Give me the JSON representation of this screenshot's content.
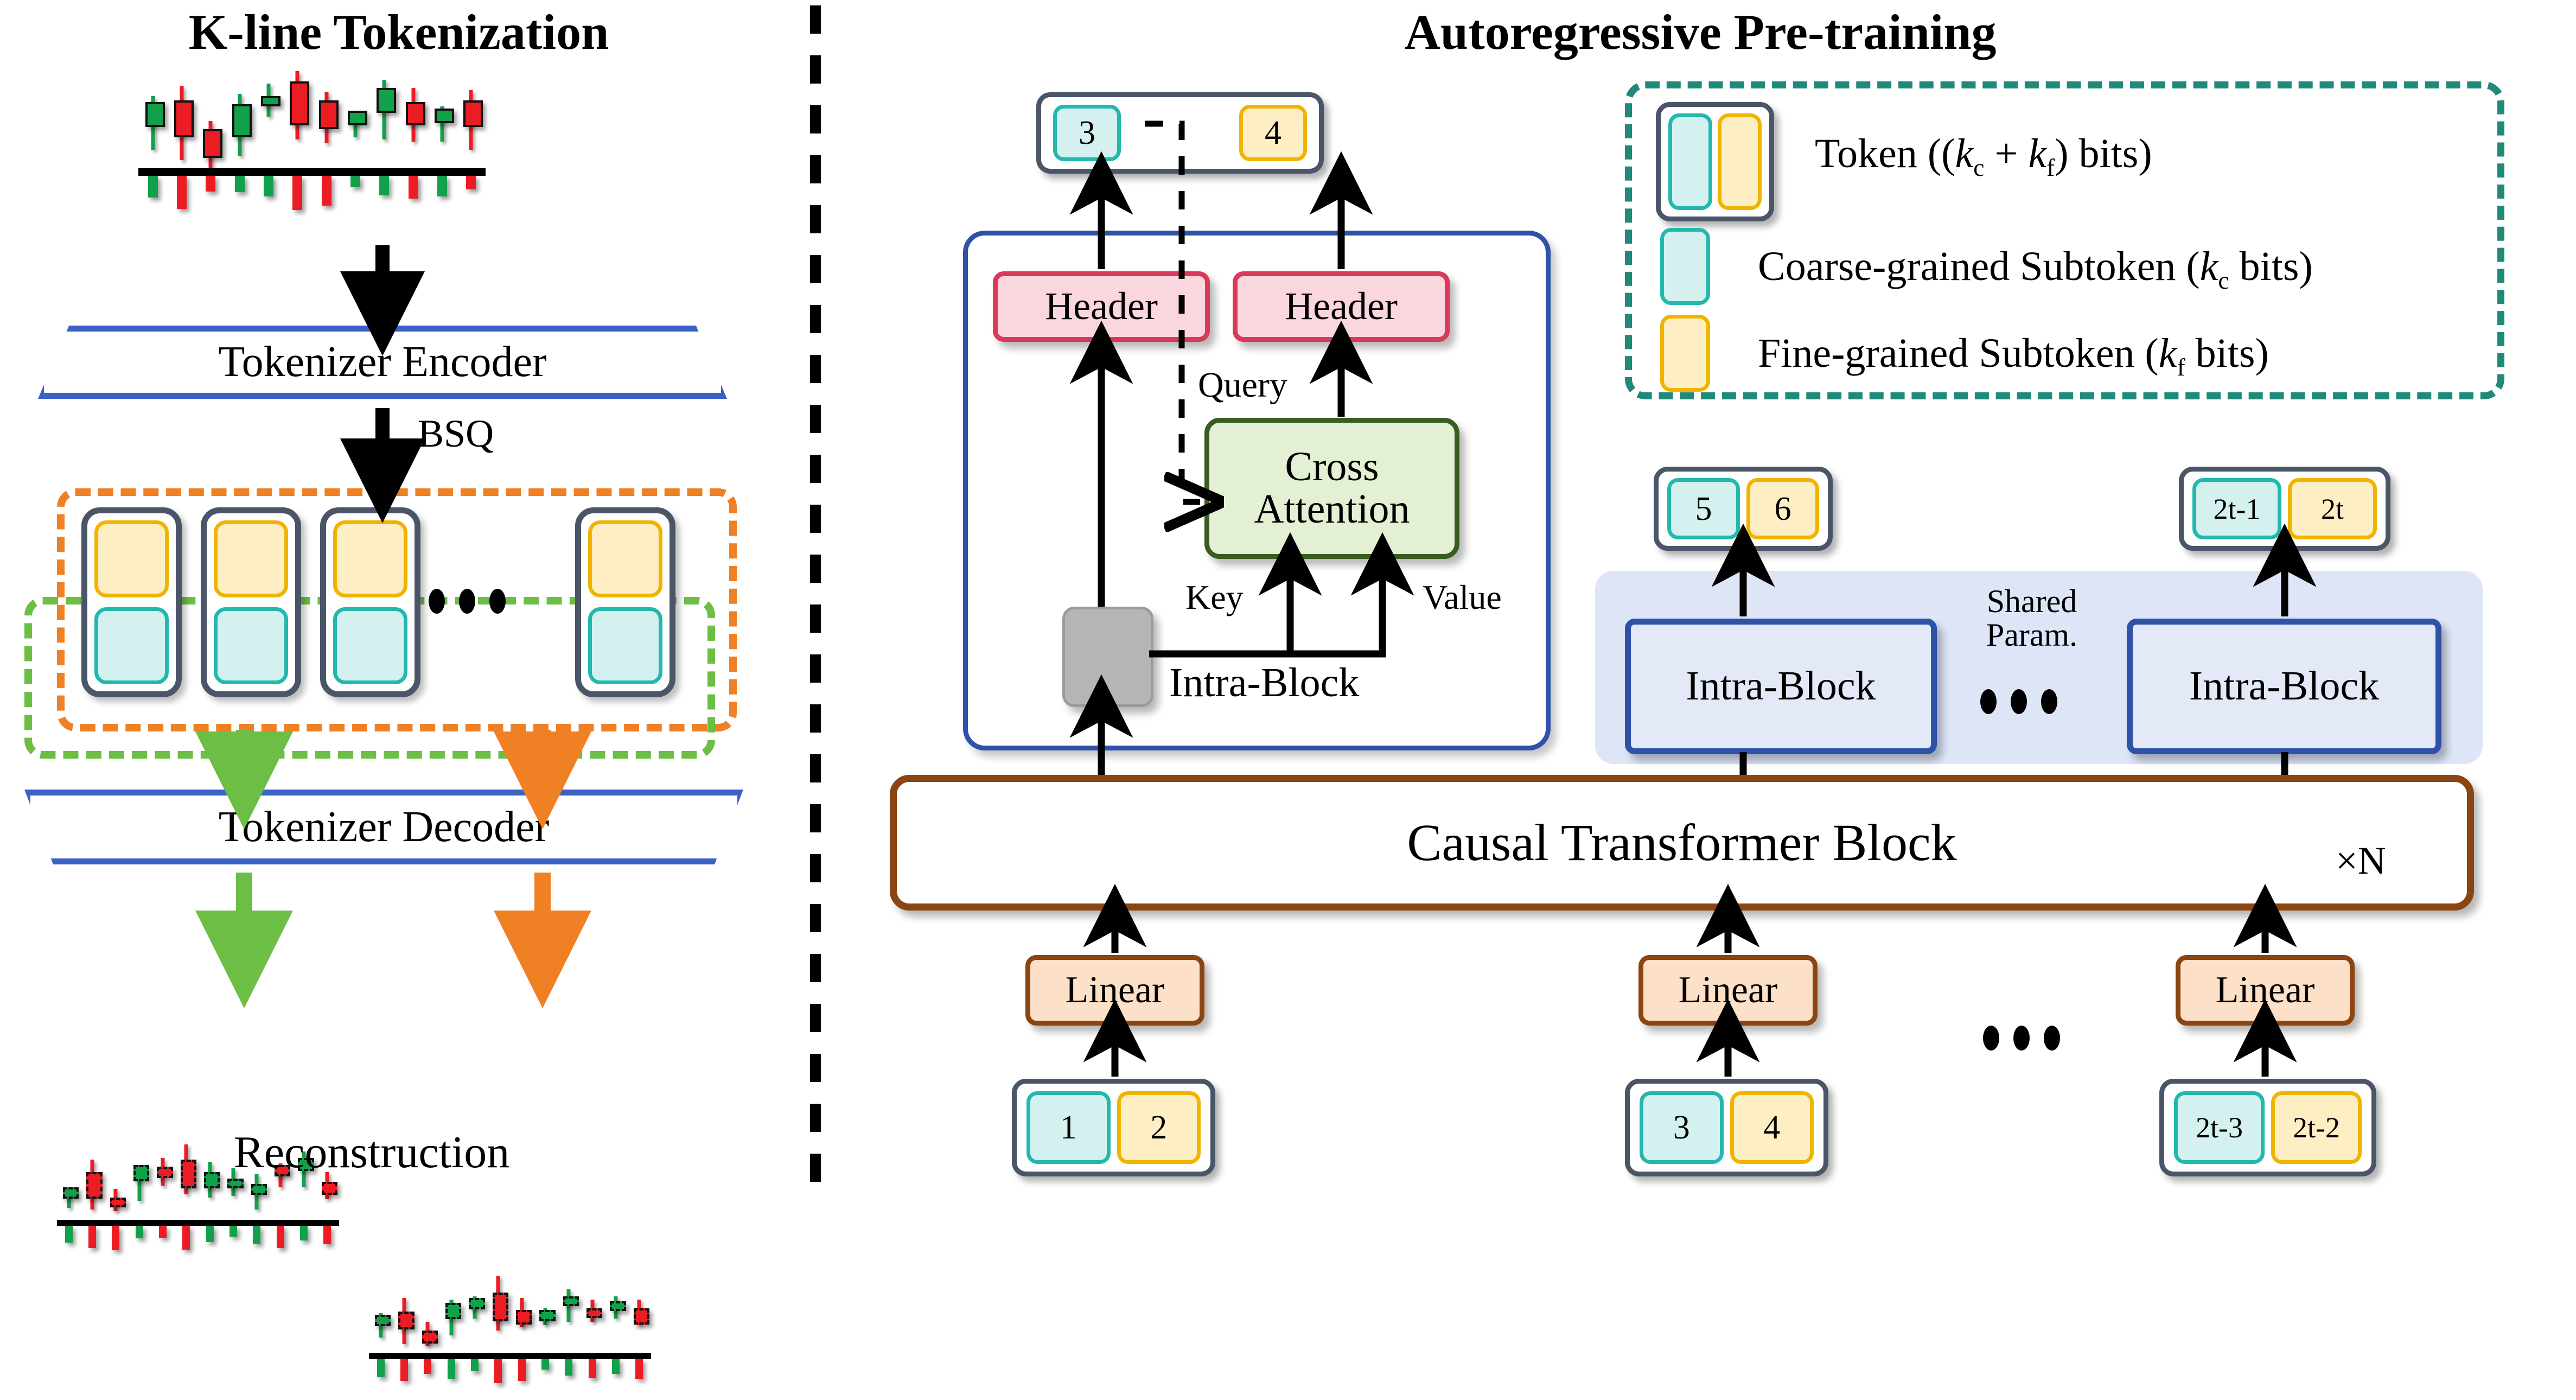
{
  "titles": {
    "left": "K-line Tokenization",
    "right": "Autoregressive Pre-training"
  },
  "left_panel": {
    "encoder_label": "Tokenizer Encoder",
    "decoder_label": "Tokenizer Decoder",
    "bsq_label": "BSQ",
    "reconstruction_label": "Reconstruction",
    "ellipsis": "• • •"
  },
  "right_panel": {
    "output_token": {
      "coarse": "3",
      "fine": "4"
    },
    "header_left_label": "Header",
    "header_right_label": "Header",
    "cross_attention_label": "Cross\nAttention",
    "cross_attention_line1": "Cross",
    "cross_attention_line2": "Attention",
    "query_label": "Query",
    "key_label": "Key",
    "value_label": "Value",
    "intra_block_label": "Intra-Block",
    "shared_param_line1": "Shared",
    "shared_param_line2": "Param.",
    "causal_transformer_label": "Causal Transformer Block",
    "repeat_label": "×N",
    "linear_label": "Linear",
    "ellipsis": "• • •",
    "predicted_tokens": [
      {
        "coarse": "5",
        "fine": "6"
      },
      {
        "coarse": "2t-1",
        "fine": "2t"
      }
    ],
    "intra_blocks": [
      "Intra-Block",
      "Intra-Block"
    ],
    "input_tokens": [
      {
        "coarse": "1",
        "fine": "2"
      },
      {
        "coarse": "3",
        "fine": "4"
      },
      {
        "coarse": "2t-3",
        "fine": "2t-2"
      }
    ],
    "linear_labels": [
      "Linear",
      "Linear",
      "Linear"
    ]
  },
  "legend": {
    "items": [
      {
        "icon": "token-pair",
        "label": "Token ((k",
        "sub1": "c",
        "mid": " + k",
        "sub2": "f",
        "tail": ") bits)"
      },
      {
        "icon": "coarse-subtoken",
        "label": "Coarse-grained Subtoken (k",
        "sub1": "c",
        "tail": " bits)"
      },
      {
        "icon": "fine-subtoken",
        "label": "Fine-grained Subtoken (k",
        "sub1": "f",
        "tail": " bits)"
      }
    ],
    "token_text": "Token ((kc + kf) bits)",
    "coarse_text": "Coarse-grained Subtoken (kc bits)",
    "fine_text": "Fine-grained Subtoken (kf bits)"
  },
  "colors": {
    "coarse_fill": "#d4f1ef",
    "coarse_border": "#23b8ad",
    "fine_fill": "#fdeec4",
    "fine_border": "#f0b400",
    "token_border": "#4a5568",
    "header_fill": "#fad6de",
    "header_border": "#d93a5c",
    "attention_fill": "#e4f0d4",
    "attention_border": "#3a5c20",
    "linear_fill": "#fce0c8",
    "linear_border": "#8b4513",
    "intra_fill": "#e3e9f7",
    "intra_border": "#2e52a8",
    "panel_border": "#2e52a8",
    "trapezoid_border": "#3a62c4",
    "orange_dashed": "#ef8024",
    "green_dashed": "#6cbe45",
    "teal_dashed": "#1f8a7a",
    "bull": "#12a14b",
    "bear": "#ec1c24",
    "gray_node": "#b5b5b5"
  },
  "chart_data": {
    "type": "candlestick",
    "title": "K-line Tokenization",
    "panels": [
      {
        "name": "input-kline",
        "bars": [
          {
            "o": 56,
            "h": 30,
            "l": 82,
            "c": 36,
            "dir": "up",
            "vol": 42
          },
          {
            "o": 34,
            "h": 20,
            "l": 92,
            "c": 66,
            "dir": "down",
            "vol": 64
          },
          {
            "o": 62,
            "h": 54,
            "l": 100,
            "c": 86,
            "dir": "down",
            "vol": 30
          },
          {
            "o": 66,
            "h": 28,
            "l": 88,
            "c": 38,
            "dir": "up",
            "vol": 32
          },
          {
            "o": 36,
            "h": 18,
            "l": 50,
            "c": 30,
            "dir": "up",
            "vol": 40
          },
          {
            "o": 54,
            "h": 6,
            "l": 72,
            "c": 16,
            "dir": "down",
            "vol": 66
          },
          {
            "o": 34,
            "h": 26,
            "l": 76,
            "c": 58,
            "dir": "down",
            "vol": 58
          },
          {
            "o": 54,
            "h": 44,
            "l": 70,
            "c": 44,
            "dir": "up",
            "vol": 22
          },
          {
            "o": 42,
            "h": 14,
            "l": 72,
            "c": 22,
            "dir": "up",
            "vol": 38
          },
          {
            "o": 36,
            "h": 22,
            "l": 74,
            "c": 54,
            "dir": "down",
            "vol": 44
          },
          {
            "o": 52,
            "h": 40,
            "l": 74,
            "c": 42,
            "dir": "up",
            "vol": 40
          },
          {
            "o": 34,
            "h": 24,
            "l": 82,
            "c": 56,
            "dir": "down",
            "vol": 26
          }
        ]
      },
      {
        "name": "reconstruction-left",
        "bars": [
          {
            "o": 70,
            "h": 62,
            "l": 86,
            "c": 62,
            "dir": "up",
            "vol": 40
          },
          {
            "o": 44,
            "h": 30,
            "l": 88,
            "c": 70,
            "dir": "down",
            "vol": 52
          },
          {
            "o": 74,
            "h": 64,
            "l": 90,
            "c": 80,
            "dir": "down",
            "vol": 58
          },
          {
            "o": 50,
            "h": 38,
            "l": 78,
            "c": 36,
            "dir": "up",
            "vol": 30
          },
          {
            "o": 46,
            "h": 28,
            "l": 60,
            "c": 38,
            "dir": "down",
            "vol": 28
          },
          {
            "o": 30,
            "h": 12,
            "l": 70,
            "c": 58,
            "dir": "down",
            "vol": 56
          },
          {
            "o": 58,
            "h": 32,
            "l": 74,
            "c": 44,
            "dir": "up",
            "vol": 38
          },
          {
            "o": 54,
            "h": 40,
            "l": 72,
            "c": 52,
            "dir": "up",
            "vol": 26
          },
          {
            "o": 66,
            "h": 46,
            "l": 88,
            "c": 58,
            "dir": "up",
            "vol": 42
          },
          {
            "o": 44,
            "h": 34,
            "l": 62,
            "c": 36,
            "dir": "down",
            "vol": 52
          },
          {
            "o": 38,
            "h": 20,
            "l": 62,
            "c": 28,
            "dir": "up",
            "vol": 34
          },
          {
            "o": 56,
            "h": 44,
            "l": 76,
            "c": 66,
            "dir": "down",
            "vol": 44
          }
        ]
      },
      {
        "name": "reconstruction-right",
        "bars": [
          {
            "o": 64,
            "h": 54,
            "l": 82,
            "c": 56,
            "dir": "up",
            "vol": 44
          },
          {
            "o": 52,
            "h": 36,
            "l": 90,
            "c": 68,
            "dir": "down",
            "vol": 52
          },
          {
            "o": 74,
            "h": 64,
            "l": 92,
            "c": 84,
            "dir": "down",
            "vol": 36
          },
          {
            "o": 56,
            "h": 38,
            "l": 80,
            "c": 42,
            "dir": "up",
            "vol": 48
          },
          {
            "o": 44,
            "h": 34,
            "l": 60,
            "c": 36,
            "dir": "up",
            "vol": 30
          },
          {
            "o": 30,
            "h": 10,
            "l": 74,
            "c": 58,
            "dir": "down",
            "vol": 58
          },
          {
            "o": 50,
            "h": 36,
            "l": 70,
            "c": 62,
            "dir": "down",
            "vol": 52
          },
          {
            "o": 58,
            "h": 48,
            "l": 68,
            "c": 50,
            "dir": "up",
            "vol": 26
          },
          {
            "o": 34,
            "h": 26,
            "l": 64,
            "c": 36,
            "dir": "up",
            "vol": 40
          },
          {
            "o": 48,
            "h": 38,
            "l": 64,
            "c": 54,
            "dir": "down",
            "vol": 46
          },
          {
            "o": 46,
            "h": 34,
            "l": 60,
            "c": 40,
            "dir": "up",
            "vol": 36
          },
          {
            "o": 48,
            "h": 38,
            "l": 68,
            "c": 62,
            "dir": "down",
            "vol": 48
          }
        ]
      }
    ]
  }
}
